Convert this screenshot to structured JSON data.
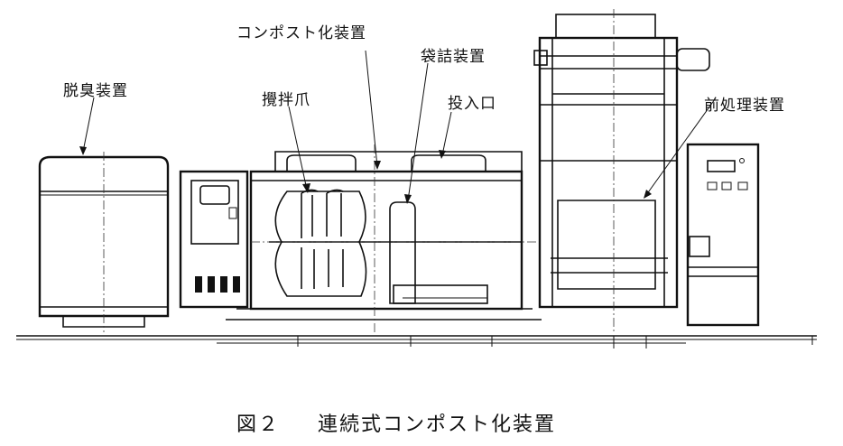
{
  "labels": {
    "compost_device": "コンポスト化装置",
    "bagging_device": "袋詰装置",
    "deodorizer": "脱臭装置",
    "stirring_claws": "攪拌爪",
    "inlet": "投入口",
    "pretreatment_device": "前処理装置"
  },
  "caption": {
    "figure_number": "図２",
    "title": "連続式コンポスト化装置"
  }
}
